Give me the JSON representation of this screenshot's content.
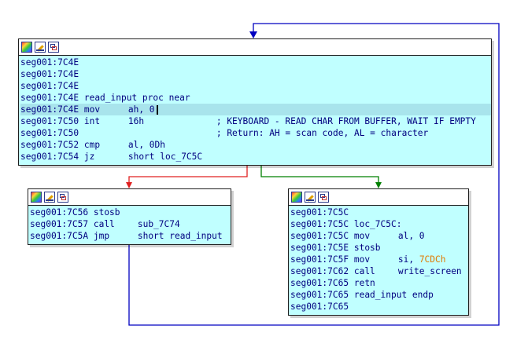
{
  "nodes": {
    "read_input": {
      "lines": [
        {
          "addr": "seg001:7C4E",
          "mnem": "",
          "ops": "",
          "comment": ""
        },
        {
          "addr": "seg001:7C4E",
          "mnem": "",
          "ops": "",
          "comment": ""
        },
        {
          "addr": "seg001:7C4E",
          "mnem": "",
          "ops": "",
          "comment": ""
        },
        {
          "addr": "seg001:7C4E",
          "mnem": "read_input proc near",
          "ops": "",
          "comment": ""
        },
        {
          "addr": "seg001:7C4E",
          "mnem": "mov",
          "ops": "ah, 0",
          "comment": ""
        },
        {
          "addr": "seg001:7C50",
          "mnem": "int",
          "ops": "16h",
          "comment": "; KEYBOARD - READ CHAR FROM BUFFER, WAIT IF EMPTY"
        },
        {
          "addr": "seg001:7C50",
          "mnem": "",
          "ops": "",
          "comment": "; Return: AH = scan code, AL = character"
        },
        {
          "addr": "seg001:7C52",
          "mnem": "cmp",
          "ops": "al, 0Dh",
          "comment": ""
        },
        {
          "addr": "seg001:7C54",
          "mnem": "jz",
          "ops": "short loc_7C5C",
          "comment": ""
        }
      ]
    },
    "left": {
      "lines": [
        {
          "addr": "seg001:7C56",
          "mnem": "stosb",
          "ops": "",
          "comment": ""
        },
        {
          "addr": "seg001:7C57",
          "mnem": "call",
          "ops": "sub_7C74",
          "comment": ""
        },
        {
          "addr": "seg001:7C5A",
          "mnem": "jmp",
          "ops": "short read_input",
          "comment": ""
        }
      ]
    },
    "right": {
      "lines": [
        {
          "addr": "seg001:7C5C",
          "mnem": "",
          "ops": "",
          "comment": ""
        },
        {
          "addr": "seg001:7C5C",
          "mnem": "loc_7C5C:",
          "ops": "",
          "comment": ""
        },
        {
          "addr": "seg001:7C5C",
          "mnem": "mov",
          "ops": "al, 0",
          "comment": ""
        },
        {
          "addr": "seg001:7C5E",
          "mnem": "stosb",
          "ops": "",
          "comment": ""
        },
        {
          "addr": "seg001:7C5F",
          "mnem": "mov",
          "ops": "si,",
          "comment": ""
        },
        {
          "addr": "seg001:7C62",
          "mnem": "call",
          "ops": "write_screen",
          "comment": ""
        },
        {
          "addr": "seg001:7C65",
          "mnem": "retn",
          "ops": "",
          "comment": ""
        },
        {
          "addr": "seg001:7C65",
          "mnem": "read_input endp",
          "ops": "",
          "comment": ""
        },
        {
          "addr": "seg001:7C65",
          "mnem": "",
          "ops": "",
          "comment": ""
        }
      ],
      "constant": "7CDCh"
    }
  },
  "colors": {
    "node_bg": "#c0ffff",
    "highlight": "#a8e4ec",
    "text": "#000080",
    "constant": "#e07a00",
    "edge_true": "#008000",
    "edge_false": "#e02020",
    "edge_jump": "#0000c0"
  }
}
